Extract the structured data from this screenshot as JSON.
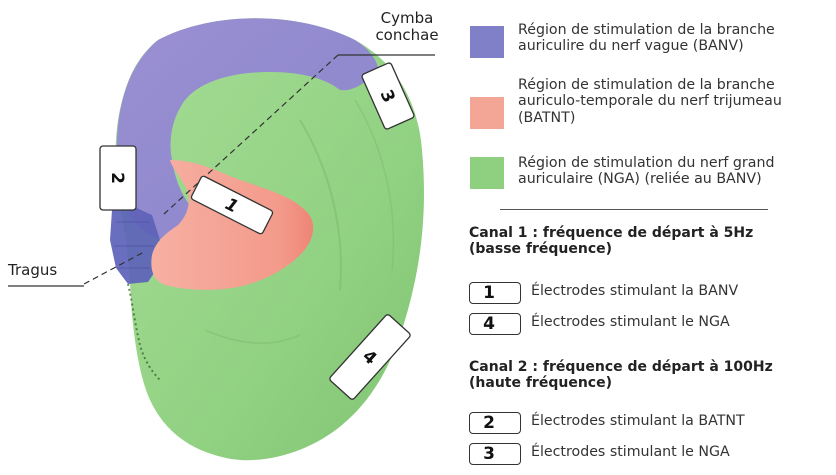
{
  "callouts": {
    "cymba": "Cymba\nconchae",
    "tragus": "Tragus"
  },
  "electrode_tags": [
    "1",
    "2",
    "3",
    "4"
  ],
  "legend": [
    {
      "text": "Région de stimulation de la branche\nauriculire du nerf vague (BANV)",
      "color": "#7f80c8"
    },
    {
      "text": "Région de stimulation de la branche\nauriculo-temporale du nerf trijumeau\n(BATNT)",
      "color": "#f3a596"
    },
    {
      "text": "Région de stimulation du nerf grand\nauriculaire (NGA) (reliée au BANV)",
      "color": "#8fd080"
    }
  ],
  "channels": [
    {
      "title": "Canal 1 : fréquence de départ à 5Hz\n(basse fréquence)",
      "keys": [
        {
          "num": "1",
          "label": "Électrodes stimulant la BANV"
        },
        {
          "num": "4",
          "label": "Électrodes stimulant le NGA"
        }
      ]
    },
    {
      "title": "Canal 2 : fréquence de départ à 100Hz\n(haute fréquence)",
      "keys": [
        {
          "num": "2",
          "label": "Électrodes stimulant la BATNT"
        },
        {
          "num": "3",
          "label": "Électrodes stimulant le NGA"
        }
      ]
    }
  ],
  "colors": {
    "vagus_blue": "#7f80c8",
    "trigeminal_red": "#f0968a",
    "auricular_green": "#8fd080",
    "tragus_blue": "#5b5fb5"
  }
}
